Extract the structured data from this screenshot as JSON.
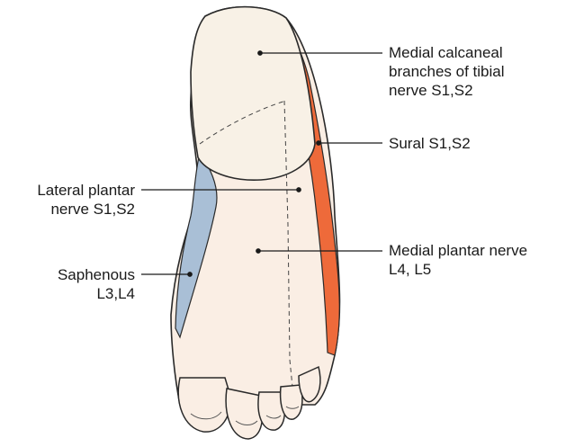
{
  "labels": {
    "medial_calcaneal": {
      "line1": "Medial calcaneal",
      "line2": "branches of tibial",
      "line3": "nerve S1,S2"
    },
    "sural": {
      "line1": "Sural S1,S2"
    },
    "lateral_plantar": {
      "line1": "Lateral plantar",
      "line2": "nerve S1,S2"
    },
    "medial_plantar": {
      "line1": "Medial plantar nerve",
      "line2": "L4, L5"
    },
    "saphenous": {
      "line1": "Saphenous",
      "line2": "L3,L4"
    }
  },
  "colors": {
    "skin": "#faeee4",
    "heel": "#f8f1e6",
    "outline": "#2a2a2a",
    "sural_region": "#ee6a3a",
    "saphenous_region": "#a9bfd6",
    "leader": "#1a1a1a"
  }
}
